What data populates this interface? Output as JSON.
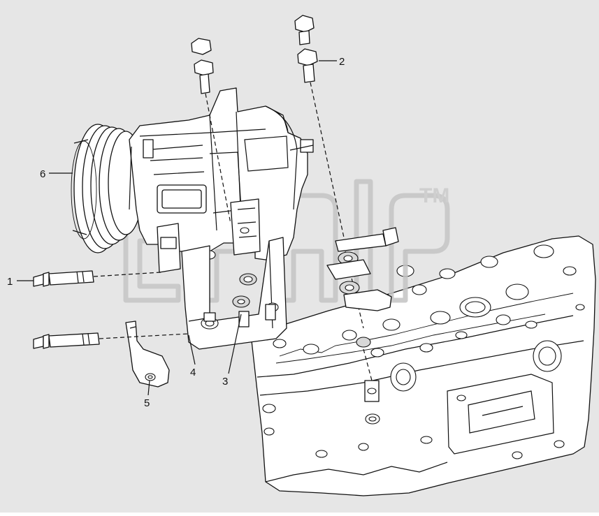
{
  "diagram": {
    "callouts": [
      {
        "id": "1",
        "label": "1"
      },
      {
        "id": "2",
        "label": "2"
      },
      {
        "id": "3",
        "label": "3"
      },
      {
        "id": "4",
        "label": "4"
      },
      {
        "id": "5",
        "label": "5"
      },
      {
        "id": "6",
        "label": "6"
      }
    ],
    "trademark": "TM",
    "colors": {
      "background": "#e6e6e6",
      "parts": "#ffffff",
      "lines": "#111111",
      "watermark": "#c4c4c4"
    }
  }
}
